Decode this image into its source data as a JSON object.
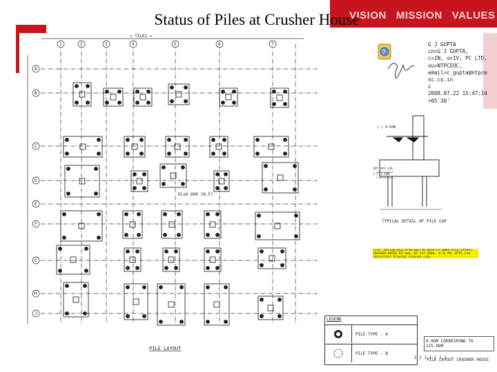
{
  "slide": {
    "title": "Status of Piles at Crusher House",
    "banner_text": "VISION   MISSION   VALUES"
  },
  "drawing": {
    "top_caption": "» TILE1 «",
    "grid_columns": [
      "1",
      "2",
      "3",
      "4",
      "5",
      "6",
      "7"
    ],
    "grid_rows": [
      "A",
      "B",
      "C",
      "D",
      "E",
      "F",
      "G",
      "H",
      "J"
    ],
    "elevation_label": "EL±0.000 (N.F)",
    "layout_caption": "PILE LAYOUT",
    "detail_caption": "TYPICAL DETAIL OF PILE CAP",
    "dimension_bottom_right": "1 1 1 1 | 1 1"
  },
  "signature": {
    "lines": [
      "G J GUPTA",
      "cn=G J GUPTA,",
      "c=IN, o=IV, PC LTD,",
      "ou=NTPCEOC,",
      "email=c_gupta@ntpce",
      "oc.co.in",
      "c",
      "2008.07.22 15:47:14",
      "+05'30'"
    ]
  },
  "note": {
    "text": "File: Design/eng.drawings/30-8650-07-0004-PILE-LAYOUT-CRUSHER-HOUSE-R3.dwg, 07-Jul-2008, 4:31 PM, NTPC Ltd. consultant drawing scanned copy"
  },
  "legend": {
    "title": "LEGEND",
    "items": [
      {
        "label": "PILE TYPE - A"
      },
      {
        "label": "PILE TYPE - B"
      }
    ]
  },
  "scale_note": "0.0OM CORRESPOND TO 225.0OM",
  "footer_text": "PILE LAYOUT CRUSHER HOUSE"
}
